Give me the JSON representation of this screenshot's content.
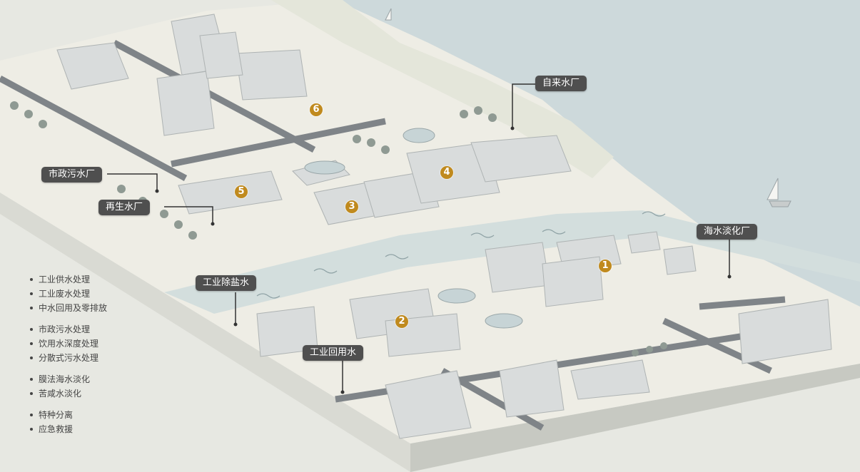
{
  "colors": {
    "sea": "#c9d6d8",
    "land": "#eeede5",
    "plinth": "#e7e8e2",
    "river": "#d3dedd",
    "road": "#7f8488",
    "building": "#d9dcdc",
    "tree": "#8f9a93",
    "callout": "#4f4f4f",
    "badge": "#c08a1e"
  },
  "callouts": {
    "tap_water": "自来水厂",
    "municipal_sewage": "市政污水厂",
    "reclaimed_water": "再生水厂",
    "seawater_desalination": "海水淡化厂",
    "industrial_desalted": "工业除盐水",
    "industrial_reuse": "工业回用水"
  },
  "badges": [
    "1",
    "2",
    "3",
    "4",
    "5",
    "6"
  ],
  "legend": [
    [
      "工业供水处理",
      "工业废水处理",
      "中水回用及零排放"
    ],
    [
      "市政污水处理",
      "饮用水深度处理",
      "分散式污水处理"
    ],
    [
      "膜法海水淡化",
      "苦咸水淡化"
    ],
    [
      "特种分离",
      "应急救援"
    ]
  ]
}
